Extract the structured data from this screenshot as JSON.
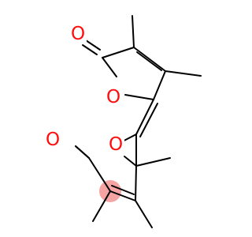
{
  "molecule": {
    "atoms": [
      {
        "id": "O1",
        "label": "O",
        "color": "#ff0d0d"
      },
      {
        "id": "O2",
        "label": "O",
        "color": "#ff0d0d"
      },
      {
        "id": "O3",
        "label": "O",
        "color": "#ff0d0d"
      },
      {
        "id": "O4",
        "label": "O",
        "color": "#ff0d0d"
      }
    ],
    "highlight_color": "#f5a3a3",
    "bond_color": "#000000"
  }
}
